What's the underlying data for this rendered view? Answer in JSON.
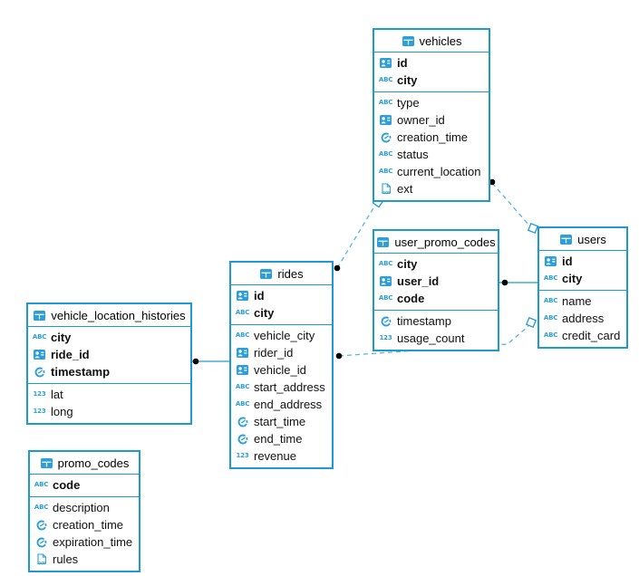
{
  "colors": {
    "table_border": "#1d9ad5",
    "icon_blue": "#2d9fd8",
    "solid_line": "#1d9ad5",
    "dashed_line": "#55b5e6",
    "dot": "#060606",
    "text": "#111111"
  },
  "icons": {
    "abc_glyph": "ABC",
    "int_glyph": "123",
    "json_glyph": "JSON"
  },
  "diagram": {
    "tables": [
      {
        "name": "vehicles",
        "pk": [
          {
            "icon": "uuid",
            "label": "id"
          },
          {
            "icon": "text",
            "label": "city"
          }
        ],
        "columns": [
          {
            "icon": "text",
            "label": "type"
          },
          {
            "icon": "uuid",
            "label": "owner_id"
          },
          {
            "icon": "timestamp",
            "label": "creation_time"
          },
          {
            "icon": "text",
            "label": "status"
          },
          {
            "icon": "text",
            "label": "current_location"
          },
          {
            "icon": "json",
            "label": "ext"
          }
        ]
      },
      {
        "name": "user_promo_codes",
        "pk": [
          {
            "icon": "text",
            "label": "city"
          },
          {
            "icon": "uuid",
            "label": "user_id"
          },
          {
            "icon": "text",
            "label": "code"
          }
        ],
        "columns": [
          {
            "icon": "timestamp",
            "label": "timestamp"
          },
          {
            "icon": "number",
            "label": "usage_count"
          }
        ]
      },
      {
        "name": "users",
        "pk": [
          {
            "icon": "uuid",
            "label": "id"
          },
          {
            "icon": "text",
            "label": "city"
          }
        ],
        "columns": [
          {
            "icon": "text",
            "label": "name"
          },
          {
            "icon": "text",
            "label": "address"
          },
          {
            "icon": "text",
            "label": "credit_card"
          }
        ]
      },
      {
        "name": "rides",
        "pk": [
          {
            "icon": "uuid",
            "label": "id"
          },
          {
            "icon": "text",
            "label": "city"
          }
        ],
        "columns": [
          {
            "icon": "text",
            "label": "vehicle_city"
          },
          {
            "icon": "uuid",
            "label": "rider_id"
          },
          {
            "icon": "uuid",
            "label": "vehicle_id"
          },
          {
            "icon": "text",
            "label": "start_address"
          },
          {
            "icon": "text",
            "label": "end_address"
          },
          {
            "icon": "timestamp",
            "label": "start_time"
          },
          {
            "icon": "timestamp",
            "label": "end_time"
          },
          {
            "icon": "number",
            "label": "revenue"
          }
        ]
      },
      {
        "name": "vehicle_location_histories",
        "pk": [
          {
            "icon": "text",
            "label": "city"
          },
          {
            "icon": "uuid",
            "label": "ride_id"
          },
          {
            "icon": "timestamp",
            "label": "timestamp"
          }
        ],
        "columns": [
          {
            "icon": "number",
            "label": "lat"
          },
          {
            "icon": "number",
            "label": "long"
          }
        ]
      },
      {
        "name": "promo_codes",
        "pk": [
          {
            "icon": "text",
            "label": "code"
          }
        ],
        "columns": [
          {
            "icon": "text",
            "label": "description"
          },
          {
            "icon": "timestamp",
            "label": "creation_time"
          },
          {
            "icon": "timestamp",
            "label": "expiration_time"
          },
          {
            "icon": "json",
            "label": "rules"
          }
        ]
      }
    ],
    "relations": [
      {
        "from": "vehicle_location_histories",
        "to": "rides",
        "style": "solid"
      },
      {
        "from": "user_promo_codes",
        "to": "users",
        "style": "solid"
      },
      {
        "from": "rides",
        "to": "vehicles",
        "style": "dashed"
      },
      {
        "from": "vehicles",
        "to": "users",
        "style": "dashed"
      },
      {
        "from": "rides",
        "to": "users",
        "style": "dashed"
      }
    ]
  }
}
